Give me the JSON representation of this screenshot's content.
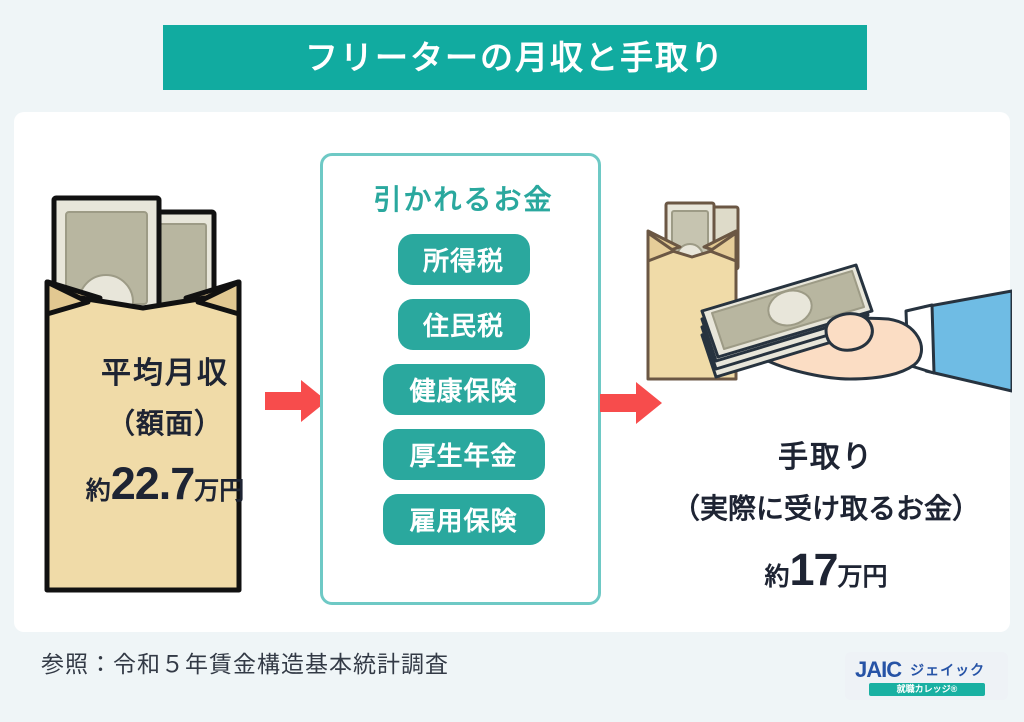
{
  "title": {
    "text": "フリーターの月収と手取り",
    "banner_color": "#11aba0",
    "text_color": "#ffffff"
  },
  "background_color": "#eff5f7",
  "card_color": "#ffffff",
  "left": {
    "icon": "money-envelope-icon",
    "line1": "平均月収",
    "line2": "（額面）",
    "amount_prefix": "約",
    "amount_value": "22.7",
    "amount_unit": "万円",
    "envelope_color": "#f0dba8",
    "envelope_flap_color": "#ddc189",
    "bill_color": "#b8b6a0"
  },
  "arrows": {
    "first": "right-arrow-icon",
    "second": "right-arrow-icon",
    "color": "#f74c4c"
  },
  "middle": {
    "heading": "引かれるお金",
    "heading_color": "#2aa89e",
    "border_color": "#6ec9c5",
    "pill_color": "#2aa89e",
    "pill_text_color": "#ffffff",
    "items": [
      {
        "label": "所得税",
        "width": "w4"
      },
      {
        "label": "住民税",
        "width": "w4"
      },
      {
        "label": "健康保険",
        "width": "w5"
      },
      {
        "label": "厚生年金",
        "width": "w5"
      },
      {
        "label": "雇用保険",
        "width": "w5"
      }
    ]
  },
  "right": {
    "icon": "hand-holding-cash-icon",
    "line1": "手取り",
    "line2": "（実際に受け取るお金）",
    "amount_prefix": "約",
    "amount_value": "17",
    "amount_unit": "万円",
    "envelope_color": "#f0dba8",
    "sleeve_color": "#6fbce4",
    "skin_color": "#fbddc4"
  },
  "footer": {
    "source": "参照：令和５年賃金構造基本統計調査"
  },
  "logo": {
    "brand": "JAIC",
    "brand_kana": "ジェイック",
    "tagline": "就職カレッジ®",
    "brand_color": "#2653a6",
    "bar_color": "#19b0a2"
  }
}
